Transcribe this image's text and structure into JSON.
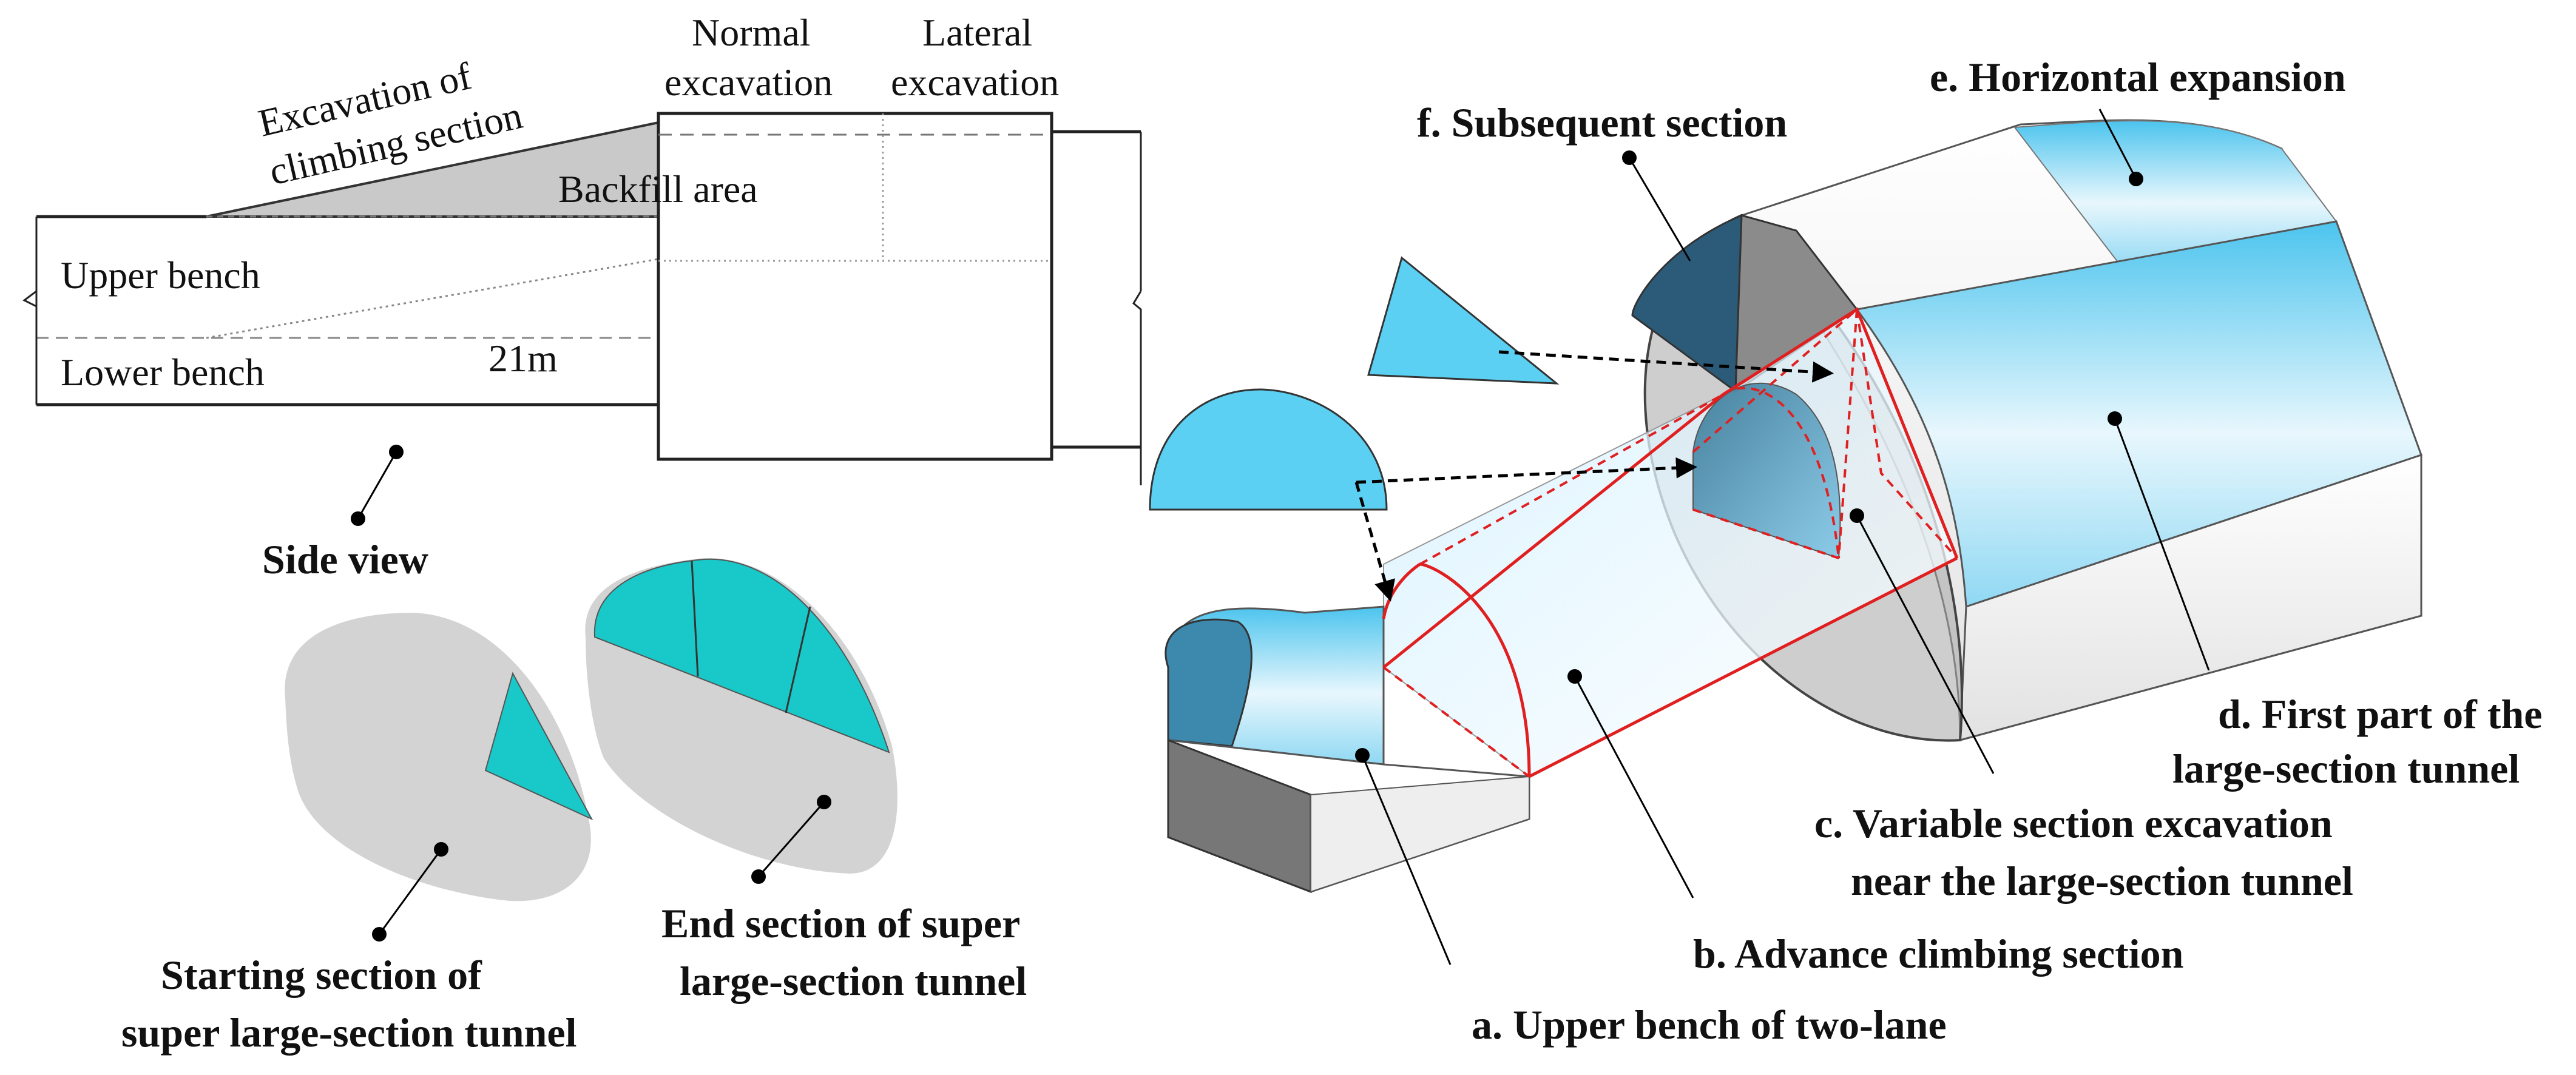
{
  "side_view": {
    "excavation_of": "Excavation of",
    "climbing_section": "climbing section",
    "normal": "Normal",
    "normal_excavation": "excavation",
    "lateral": "Lateral",
    "lateral_excavation": "excavation",
    "backfill_area": "Backfill area",
    "upper_bench": "Upper bench",
    "lower_bench": "Lower bench",
    "length": "21m",
    "caption": "Side view"
  },
  "sections": {
    "start_line1": "Starting section of",
    "start_line2": "super large-section tunnel",
    "end_line1": "End section of super",
    "end_line2": "large-section tunnel"
  },
  "model_labels": {
    "a": "a. Upper bench of two-lane",
    "b": "b. Advance climbing section",
    "c_line1": "c. Variable section excavation",
    "c_line2": "near the large-section tunnel",
    "d_line1": "d. First part of the",
    "d_line2": "large-section tunnel",
    "e": "e. Horizontal expansion",
    "f": "f. Subsequent section"
  },
  "colors": {
    "cyan": "#19c8c8",
    "light_blue": "#5bd0f2",
    "grey": "#d3d3d3",
    "red": "#e02020"
  }
}
